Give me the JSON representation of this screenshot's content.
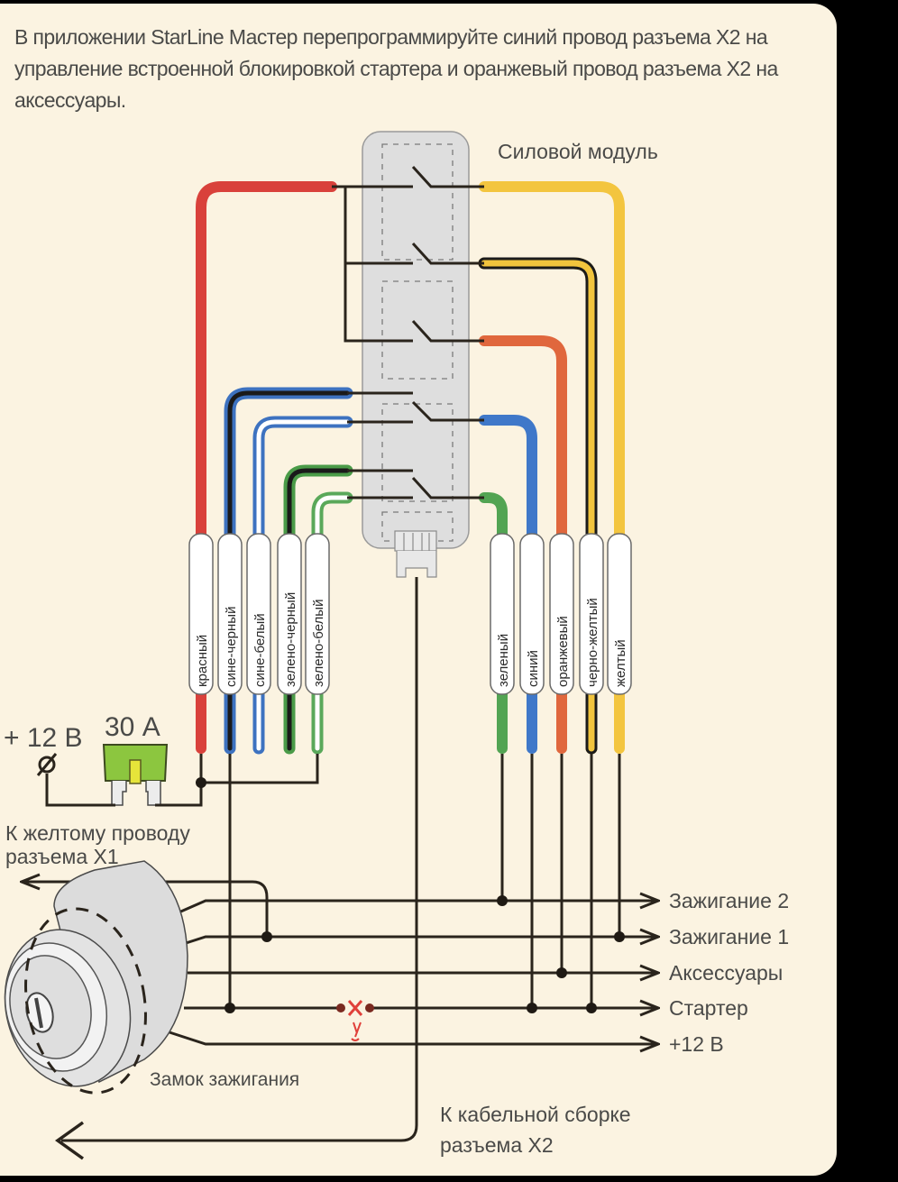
{
  "intro_text": "В приложении StarLine Мастер перепрограммируйте синий провод разъема X2 на управление встроенной блокировкой стартера и оранжевый провод разъема X2 на аксессуары.",
  "power_module": {
    "label": "Силовой модуль"
  },
  "left_wires": [
    {
      "id": "red",
      "label": "красный",
      "color": "#d9413b",
      "stripe": null
    },
    {
      "id": "blue-black",
      "label": "сине-черный",
      "color": "#3d72c0",
      "stripe": "#1a1a1a"
    },
    {
      "id": "blue-white",
      "label": "сине-белый",
      "color": "#3d72c0",
      "stripe": "#ffffff"
    },
    {
      "id": "green-black",
      "label": "зелено-черный",
      "color": "#4a9b48",
      "stripe": "#1a1a1a"
    },
    {
      "id": "green-white",
      "label": "зелено-белый",
      "color": "#5aa85a",
      "stripe": "#ffffff"
    }
  ],
  "right_wires": [
    {
      "id": "green",
      "label": "зеленый",
      "color": "#52a453",
      "stripe": null
    },
    {
      "id": "blue",
      "label": "синий",
      "color": "#3f78c9",
      "stripe": null
    },
    {
      "id": "orange",
      "label": "оранжевый",
      "color": "#e0673d",
      "stripe": null
    },
    {
      "id": "black-yellow",
      "label": "черно-желтый",
      "color": "#f1c43d",
      "stripe": "#1a1a1a"
    },
    {
      "id": "yellow",
      "label": "желтый",
      "color": "#f3c53f",
      "stripe": null
    }
  ],
  "fuse": {
    "voltage_label": "+ 12 В",
    "rating_label": "30 А",
    "color": "#8cc63f"
  },
  "to_yellow_x1": {
    "line1": "К желтому проводу",
    "line2": "разъема X1"
  },
  "outputs": [
    "Зажигание 2",
    "Зажигание 1",
    "Аксессуары",
    "Стартер",
    "+12 В"
  ],
  "ignition_lock_label": "Замок зажигания",
  "to_cable_x2": {
    "line1": "К кабельной сборке",
    "line2": "разъема X2"
  },
  "cut_mark_color": "#e0403a",
  "line_color": "#2a241c"
}
